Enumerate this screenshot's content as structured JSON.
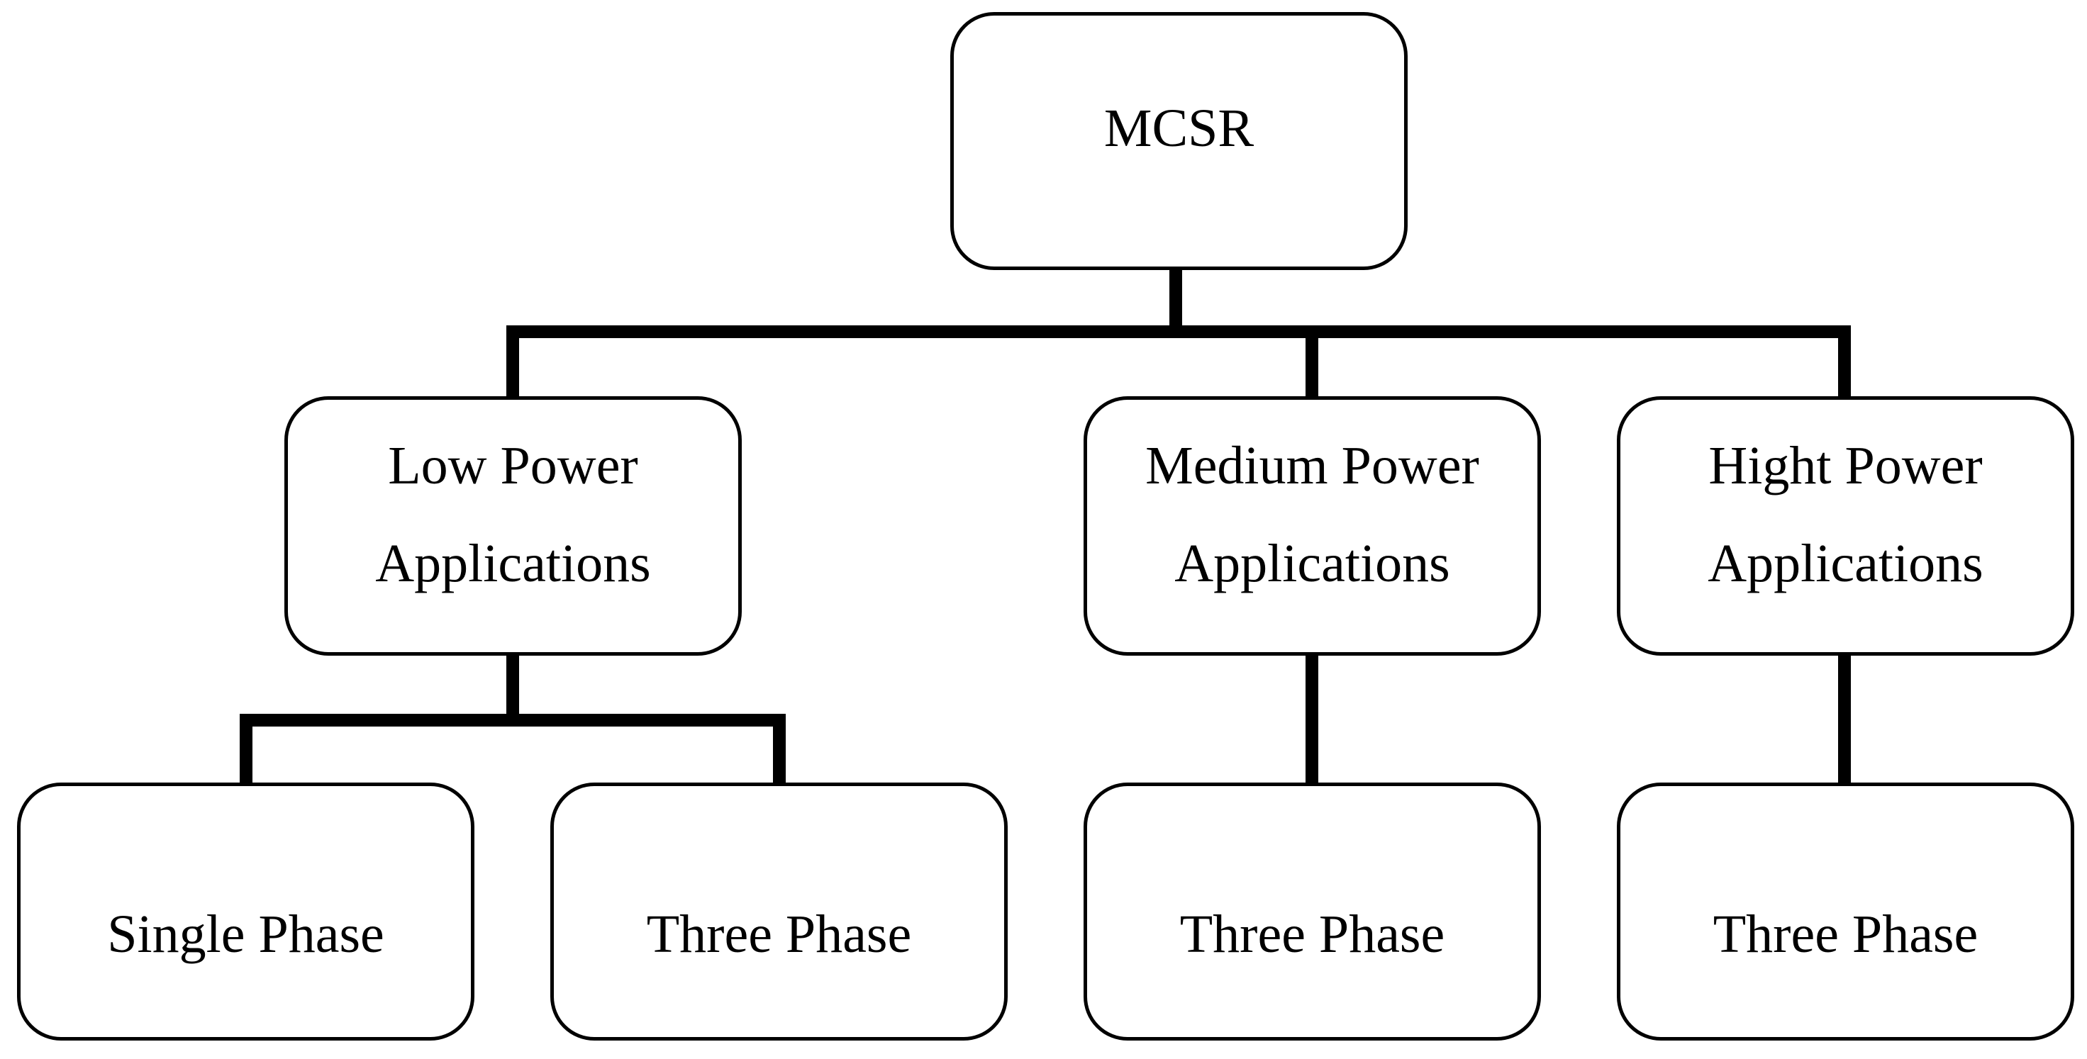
{
  "diagram": {
    "root": {
      "label": "MCSR"
    },
    "categories": [
      {
        "line1": "Low Power",
        "line2": "Applications",
        "children": [
          "Single Phase",
          "Three Phase"
        ]
      },
      {
        "line1": "Medium Power",
        "line2": "Applications",
        "children": [
          "Three Phase"
        ]
      },
      {
        "line1": "Hight Power",
        "line2": "Applications",
        "children": [
          "Three Phase"
        ]
      }
    ]
  }
}
